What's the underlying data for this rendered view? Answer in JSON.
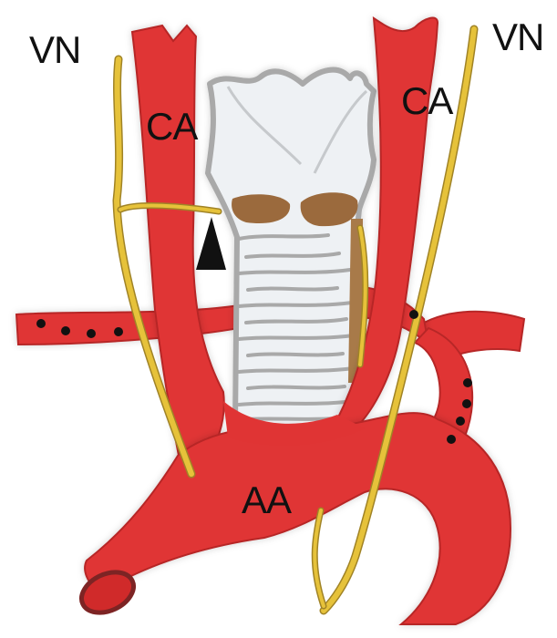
{
  "labels": {
    "vn_left": "VN",
    "vn_right": "VN",
    "ca_left": "CA",
    "ca_right": "CA",
    "aa": "AA"
  },
  "colors": {
    "artery": "#e03434",
    "artery_dark": "#9e1d1d",
    "nerve": "#e6c23a",
    "nerve_dark": "#a08326",
    "trachea": "#eef1f4",
    "trachea_outline": "#a9a9a9",
    "muscle": "#9b6a3c",
    "dots": "#111111",
    "arrowhead": "#111111"
  }
}
